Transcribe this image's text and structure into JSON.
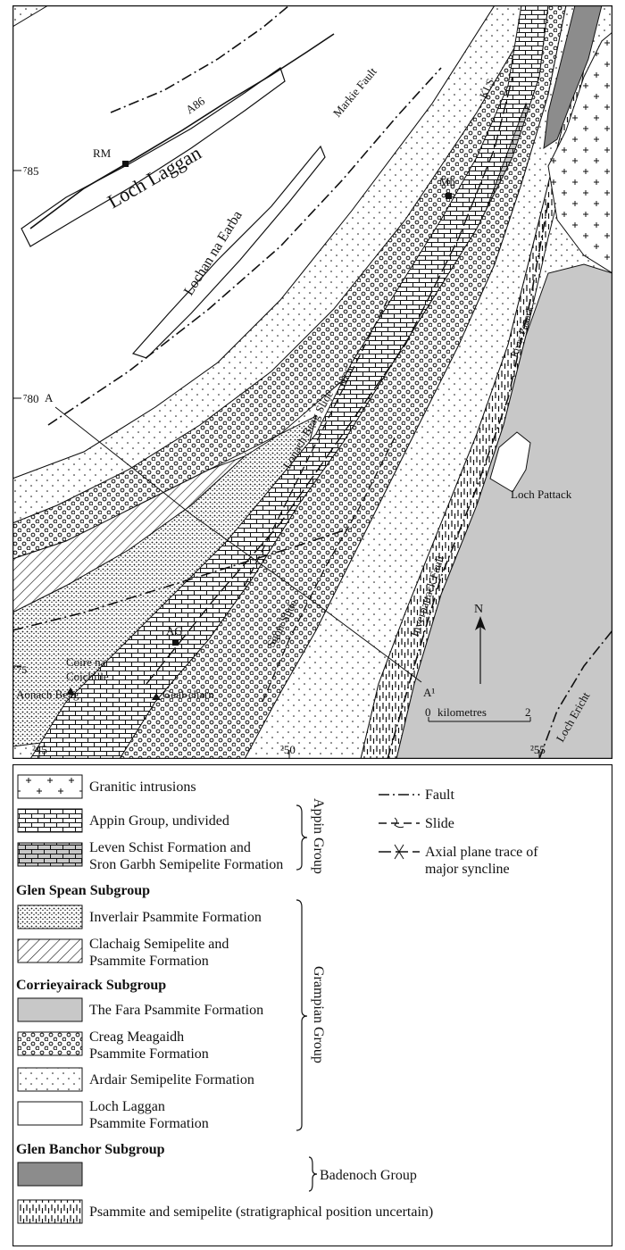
{
  "map": {
    "labels": {
      "loch_laggan": "Loch Laggan",
      "lochan_na_earba": "Lochan na Earba",
      "a86": "A86",
      "rm": "RM",
      "markie_fault": "Markie Fault",
      "kls_top": "KLS",
      "kls_mid": "KLS",
      "mh": "Mh",
      "lonach_beag_slide": "Lonach Beag Slide",
      "sgoir_slide": "Sgoir Slide",
      "inverpattack_fault": "Inverpattack Fault",
      "river_pattack": "River Pattack",
      "loch_pattack": "Loch Pattack",
      "loch_ericht": "Loch Ericht",
      "ag": "AG",
      "coire_line1": "Coire na",
      "coire_line2": "Coichille",
      "aonach_beag": "Aonach Beag",
      "geal_charn": "Geal-charn",
      "section_a": "A",
      "section_a1": "A¹",
      "north": "N",
      "scale_0": "0",
      "scale_unit": "kilometres",
      "scale_2": "2"
    },
    "grid": {
      "n85": "⁷85",
      "n80": "⁷80",
      "n75": "⁷75",
      "e45": "²45",
      "e50": "²50",
      "e55": "²55"
    }
  },
  "legend": {
    "granitic": "Granitic intrusions",
    "appin_undivided": "Appin Group, undivided",
    "leven_line1": "Leven Schist Formation and",
    "leven_line2": "Sron Garbh Semipelite Formation",
    "glen_spean": "Glen Spean Subgroup",
    "inverlair": "Inverlair Psammite Formation",
    "clachaig_line1": "Clachaig Semipelite and",
    "clachaig_line2": "Psammite Formation",
    "corrieyairack": "Corrieyairack Subgroup",
    "fara": "The Fara Psammite Formation",
    "creag_line1": "Creag Meagaidh",
    "creag_line2": "Psammite Formation",
    "ardair": "Ardair Semipelite Formation",
    "laggan_line1": "Loch Laggan",
    "laggan_line2": "Psammite Formation",
    "glen_banchor": "Glen Banchor Subgroup",
    "psammite_semipelite": "Psammite and semipelite (stratigraphical position uncertain)",
    "appin_group": "Appin Group",
    "grampian_group": "Grampian Group",
    "badenoch_group": "Badenoch Group",
    "fault": "Fault",
    "slide": "Slide",
    "syncline_line1": "Axial plane trace of",
    "syncline_line2": "major syncline"
  },
  "colors": {
    "fara_fill": "#c8c8c8",
    "badenoch_fill": "#8c8c8c",
    "ink": "#111111"
  }
}
